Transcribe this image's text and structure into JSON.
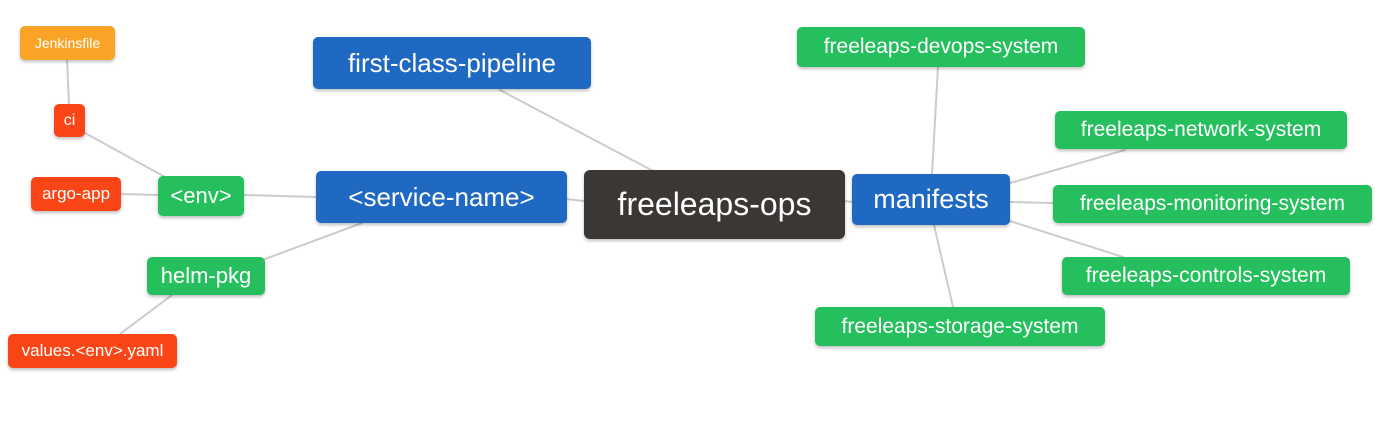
{
  "diagram": {
    "type": "mindmap",
    "background": "#ffffff",
    "edge_color": "#cccccc",
    "palette": {
      "root": "#3b3735",
      "branch_blue": "#2069c2",
      "leaf_green": "#25c05d",
      "leaf_red": "#fa4616",
      "leaf_orange": "#f9a426",
      "node_text": "#ffffff"
    },
    "nodes": {
      "freeleaps_ops": {
        "label": "freeleaps-ops"
      },
      "first_class_pipeline": {
        "label": "first-class-pipeline"
      },
      "service_name": {
        "label": "<service-name>"
      },
      "env": {
        "label": "<env>"
      },
      "ci": {
        "label": "ci"
      },
      "jenkinsfile": {
        "label": "Jenkinsfile"
      },
      "argo_app": {
        "label": "argo-app"
      },
      "helm_pkg": {
        "label": "helm-pkg"
      },
      "values_env_yaml": {
        "label": "values.<env>.yaml"
      },
      "manifests": {
        "label": "manifests"
      },
      "devops_system": {
        "label": "freeleaps-devops-system"
      },
      "network_system": {
        "label": "freeleaps-network-system"
      },
      "monitoring_system": {
        "label": "freeleaps-monitoring-system"
      },
      "controls_system": {
        "label": "freeleaps-controls-system"
      },
      "storage_system": {
        "label": "freeleaps-storage-system"
      }
    },
    "edges": [
      {
        "from": "jenkinsfile",
        "to": "ci"
      },
      {
        "from": "ci",
        "to": "env"
      },
      {
        "from": "argo_app",
        "to": "env"
      },
      {
        "from": "env",
        "to": "service_name"
      },
      {
        "from": "service_name",
        "to": "freeleaps_ops"
      },
      {
        "from": "first_class_pipeline",
        "to": "freeleaps_ops"
      },
      {
        "from": "service_name",
        "to": "helm_pkg"
      },
      {
        "from": "helm_pkg",
        "to": "values_env_yaml"
      },
      {
        "from": "freeleaps_ops",
        "to": "manifests"
      },
      {
        "from": "manifests",
        "to": "devops_system"
      },
      {
        "from": "manifests",
        "to": "network_system"
      },
      {
        "from": "manifests",
        "to": "monitoring_system"
      },
      {
        "from": "manifests",
        "to": "controls_system"
      },
      {
        "from": "manifests",
        "to": "storage_system"
      }
    ]
  }
}
